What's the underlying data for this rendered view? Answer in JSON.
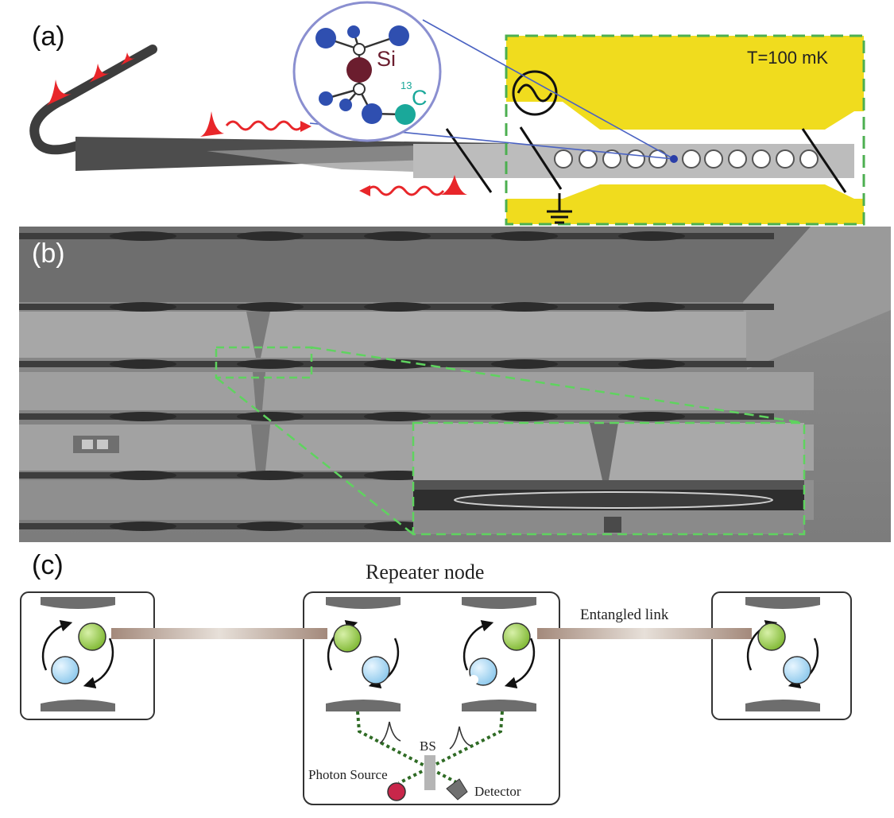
{
  "panels": {
    "a": {
      "label": "(a)",
      "temperature": "T=100 mK",
      "atom_si": "Si",
      "atom_c_mass": "13",
      "atom_c": "C",
      "colors": {
        "electrode": "#f0dc1e",
        "box_border": "#4caf50",
        "waveguide": "#505050",
        "pulse": "#e8262a",
        "si_atom": "#6b1d2e",
        "c_atom": "#1aa89a",
        "c_atom_neighbors": "#2f4fb0"
      }
    },
    "b": {
      "label": "(b)"
    },
    "c": {
      "label": "(c)",
      "title": "Repeater node",
      "entangled_link": "Entangled link",
      "bs": "BS",
      "photon_source": "Photon Source",
      "detector": "Detector",
      "colors": {
        "qubit_green": "#8cc63f",
        "qubit_blue": "#a9d6f0",
        "source": "#c8264a"
      }
    }
  }
}
